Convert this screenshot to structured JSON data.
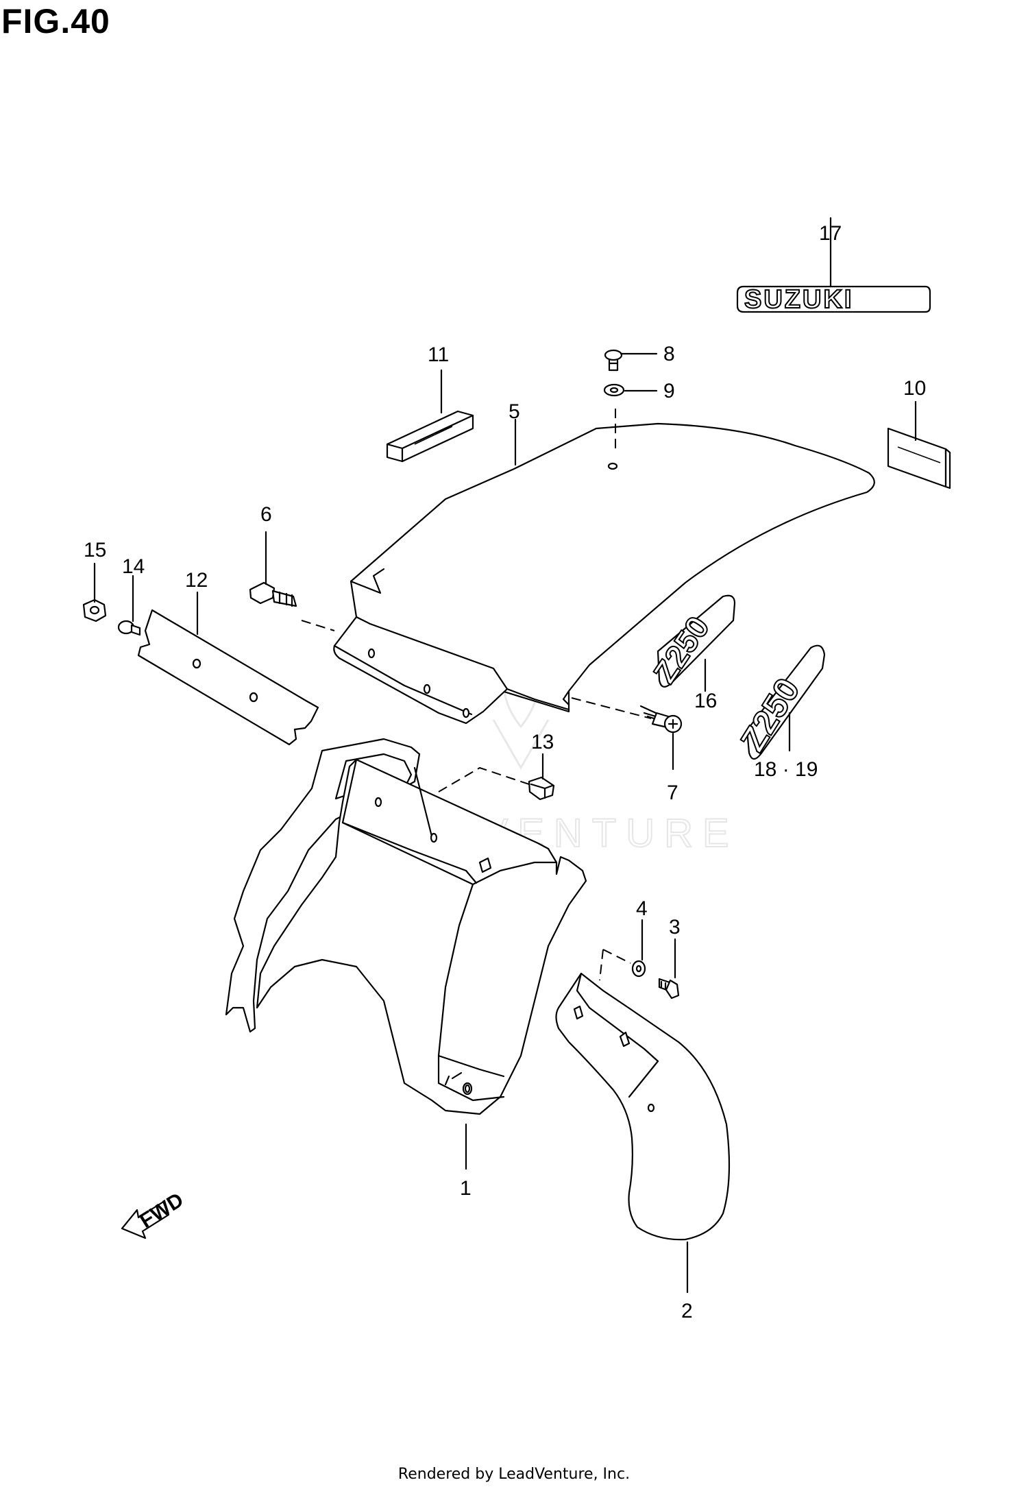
{
  "figure": {
    "title": "FIG.40",
    "footer": "Rendered by LeadVenture, Inc.",
    "watermark": "LEADVENTURE"
  },
  "callouts": [
    {
      "id": "c1",
      "label": "1"
    },
    {
      "id": "c2",
      "label": "2"
    },
    {
      "id": "c3",
      "label": "3"
    },
    {
      "id": "c4",
      "label": "4"
    },
    {
      "id": "c5",
      "label": "5"
    },
    {
      "id": "c6",
      "label": "6"
    },
    {
      "id": "c7",
      "label": "7"
    },
    {
      "id": "c8",
      "label": "8"
    },
    {
      "id": "c9",
      "label": "9"
    },
    {
      "id": "c10",
      "label": "10"
    },
    {
      "id": "c11",
      "label": "11"
    },
    {
      "id": "c12",
      "label": "12"
    },
    {
      "id": "c13",
      "label": "13"
    },
    {
      "id": "c14",
      "label": "14"
    },
    {
      "id": "c15",
      "label": "15"
    },
    {
      "id": "c16",
      "label": "16"
    },
    {
      "id": "c17",
      "label": "17"
    },
    {
      "id": "c18",
      "label": "18 · 19"
    }
  ],
  "emblems": {
    "suzuki": "SUZUKI",
    "z250_a": "Z250",
    "z250_b": "Z250",
    "fwd": "FWD"
  }
}
